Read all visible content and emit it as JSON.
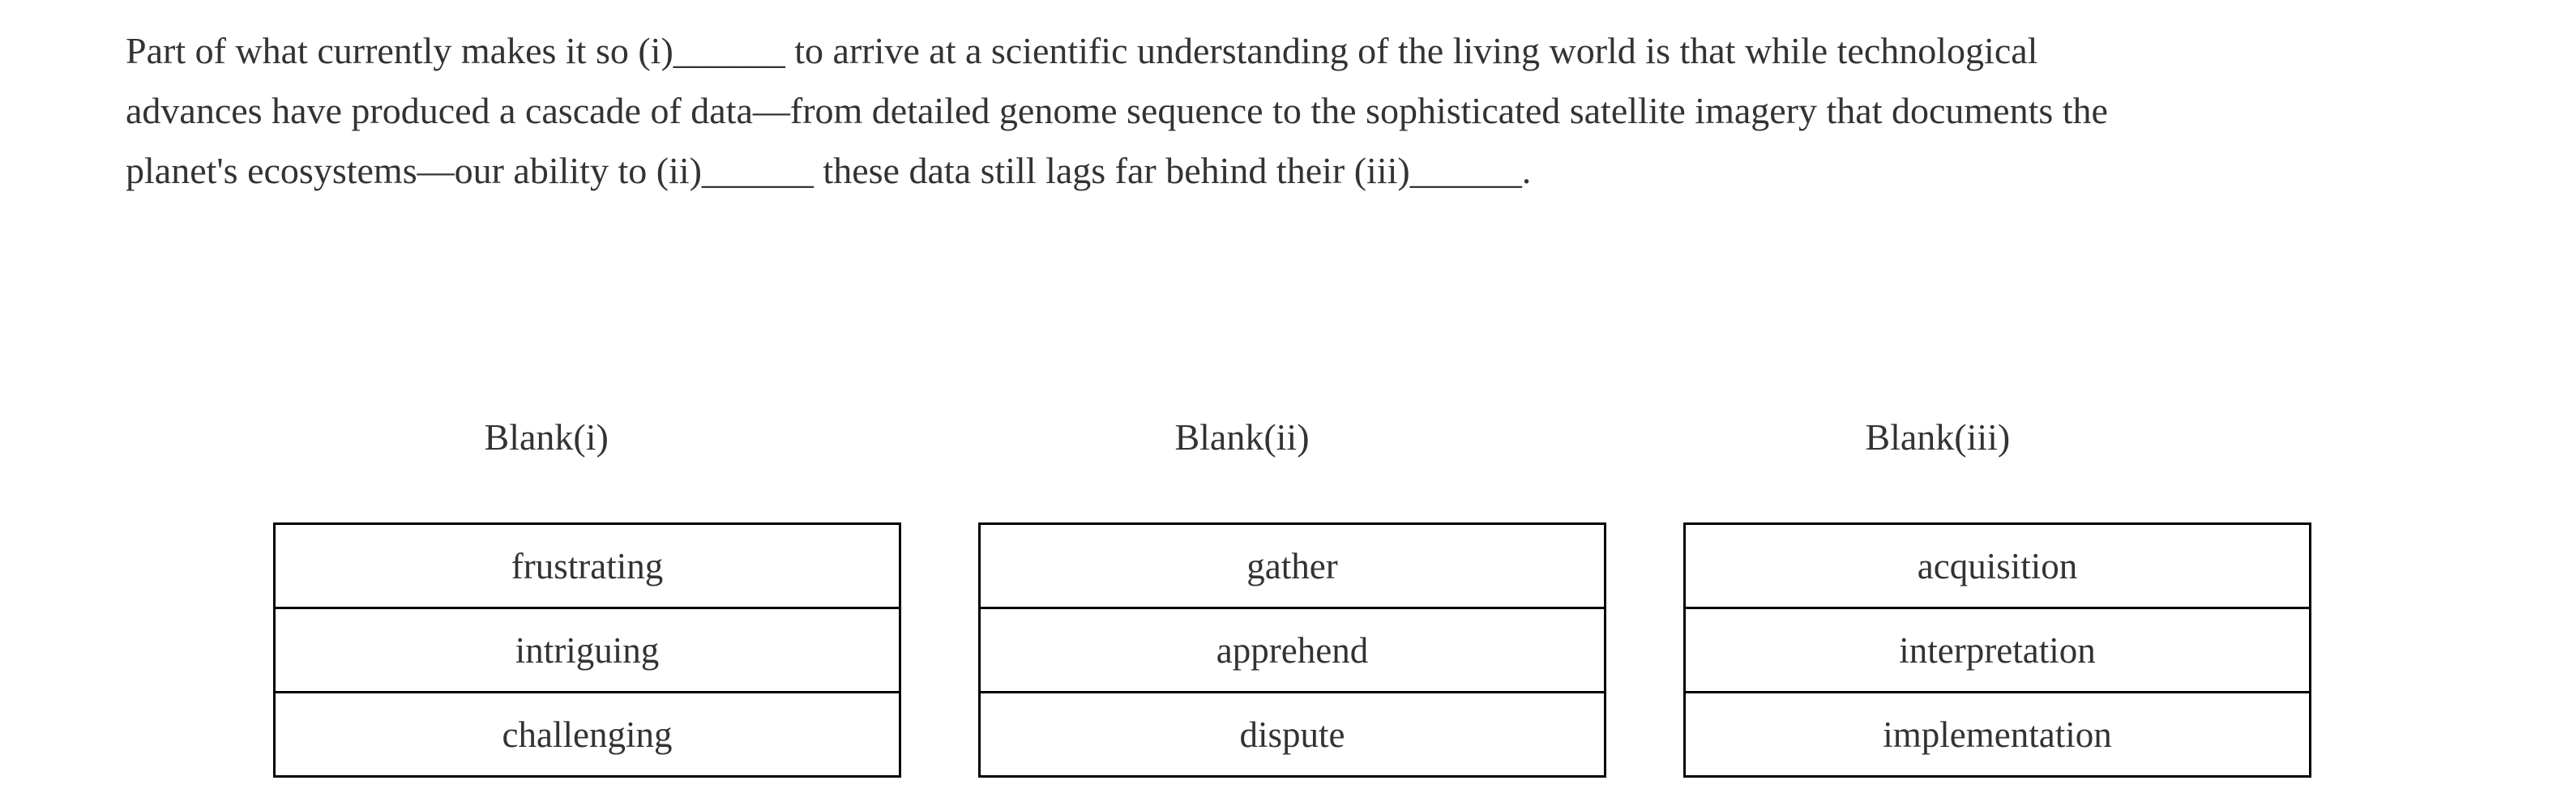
{
  "page": {
    "background_color": "#ffffff",
    "text_color": "#333333",
    "table_border_color": "#000000"
  },
  "passage": {
    "lines": [
      "Part of what currently makes it so (i)______ to arrive at a scientific understanding of the living world is that while technological",
      "advances have produced a cascade of data—from detailed genome sequence to the sophisticated satellite imagery that documents the",
      "planet's ecosystems—our ability to (ii)______ these data still lags far behind their (iii)______."
    ]
  },
  "blanks": [
    {
      "label": "Blank(i)",
      "options": [
        "frustrating",
        "intriguing",
        "challenging"
      ]
    },
    {
      "label": "Blank(ii)",
      "options": [
        "gather",
        "apprehend",
        "dispute"
      ]
    },
    {
      "label": "Blank(iii)",
      "options": [
        "acquisition",
        "interpretation",
        "implementation"
      ]
    }
  ]
}
